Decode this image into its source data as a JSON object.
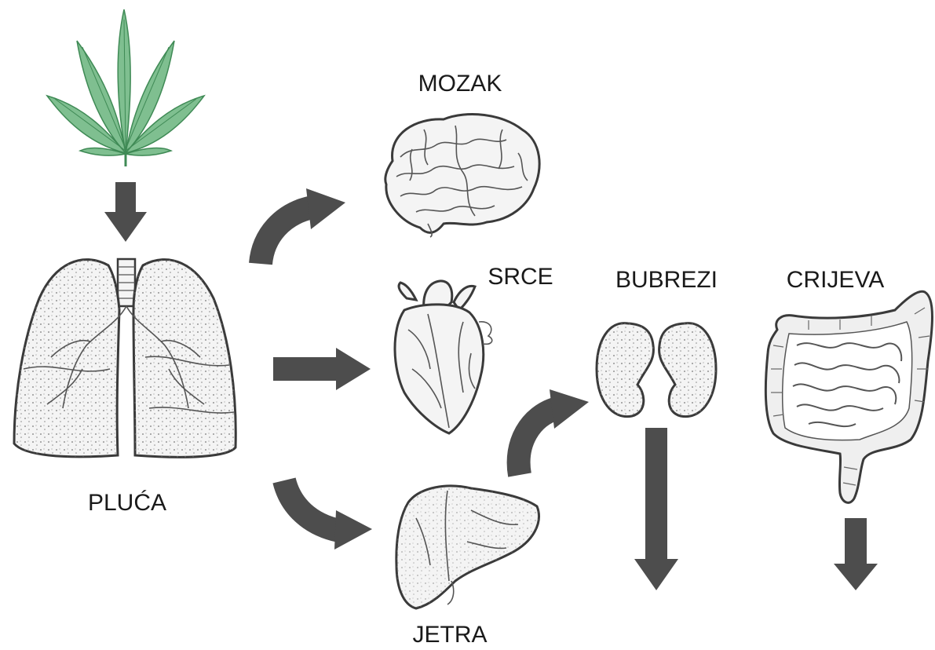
{
  "labels": {
    "brain": "MOZAK",
    "heart": "SRCE",
    "kidneys": "BUBREZI",
    "intestines": "CRIJEVA",
    "lungs": "PLUĆA",
    "liver": "JETRA"
  },
  "colors": {
    "leaf": "#7fbf90",
    "leaf_stroke": "#3f8a55",
    "arrow": "#4d4d4d",
    "outline": "#3a3a3a",
    "organ_fill": "#f4f4f4"
  },
  "icons": [
    "cannabis-leaf",
    "lungs",
    "brain",
    "heart",
    "liver",
    "kidneys",
    "intestines"
  ]
}
